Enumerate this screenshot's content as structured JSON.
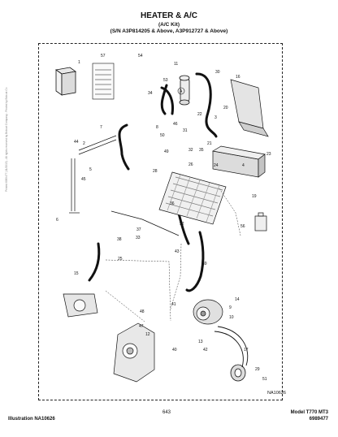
{
  "header": {
    "title": "HEATER & A/C",
    "subtitle": "(A/C Kit)",
    "serial_range": "(S/N A3P814205 & Above, A3P912727 & Above)"
  },
  "side_note": "Printed 6989477 (11/2013) - All rights reserved by Bobcat Company - Printed by Bobcat Co",
  "callouts": [
    "1",
    "57",
    "54",
    "11",
    "30",
    "16",
    "53",
    "34",
    "A",
    "20",
    "46",
    "3",
    "22",
    "31",
    "32",
    "7",
    "8",
    "50",
    "2",
    "44",
    "49",
    "35",
    "45",
    "4",
    "26",
    "21",
    "23",
    "5",
    "6",
    "19",
    "28",
    "36",
    "52",
    "37",
    "33",
    "38",
    "43",
    "56",
    "39",
    "25",
    "15",
    "24",
    "48",
    "47",
    "41",
    "12",
    "13",
    "14",
    "9",
    "10",
    "17",
    "29",
    "51",
    "40",
    "42"
  ],
  "reference": "NA10626",
  "footer": {
    "page_number": "643",
    "illustration": "Illustration NA10626",
    "model": "Model T770 MT3",
    "document_number": "6989477"
  }
}
